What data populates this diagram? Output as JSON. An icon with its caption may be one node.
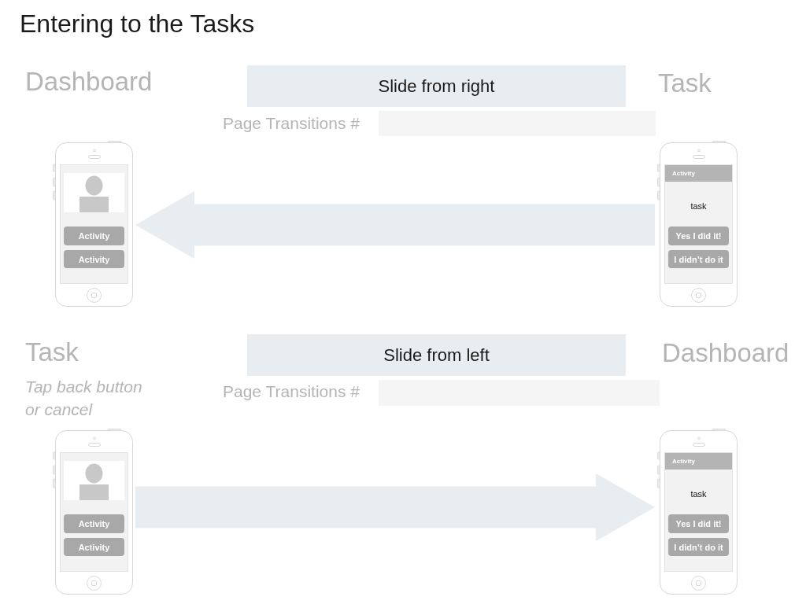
{
  "diagram": {
    "title": "Entering to the Tasks",
    "nodes": [
      {
        "text": [
          "Dashboard"
        ]
      },
      {
        "text": [
          "Activity"
        ],
        "in": 0
      },
      {
        "text": [
          "Activity"
        ],
        "in": 0
      },
      {
        "text": [
          "Slide from right"
        ]
      },
      {
        "text": [
          "Task",
          "task"
        ]
      },
      {
        "text": [
          "Activity"
        ],
        "in": 4
      },
      {
        "text": [
          "Yes I did it!"
        ],
        "in": 4
      },
      {
        "text": [
          "I didn’t do it"
        ],
        "in": 4
      },
      {
        "text": [
          "Task",
          "Tap back button or cancel"
        ]
      },
      {
        "text": [
          "Activity"
        ],
        "in": 8
      },
      {
        "text": [
          "Activity"
        ],
        "in": 8
      },
      {
        "text": [
          "Slide from left"
        ]
      },
      {
        "text": [
          "Dashboard",
          "task"
        ]
      },
      {
        "text": [
          "Activity"
        ],
        "in": 12
      },
      {
        "text": [
          "Yes I did it!"
        ],
        "in": 12
      },
      {
        "text": [
          "I didn’t do it"
        ],
        "in": 12
      }
    ],
    "edges": [
      {
        "from": 4,
        "to": 0,
        "arrow": "to"
      },
      {
        "from": 8,
        "to": 12,
        "arrow": "to"
      }
    ],
    "labels": [
      "Page Transitions #",
      "Page Transitions #"
    ]
  }
}
